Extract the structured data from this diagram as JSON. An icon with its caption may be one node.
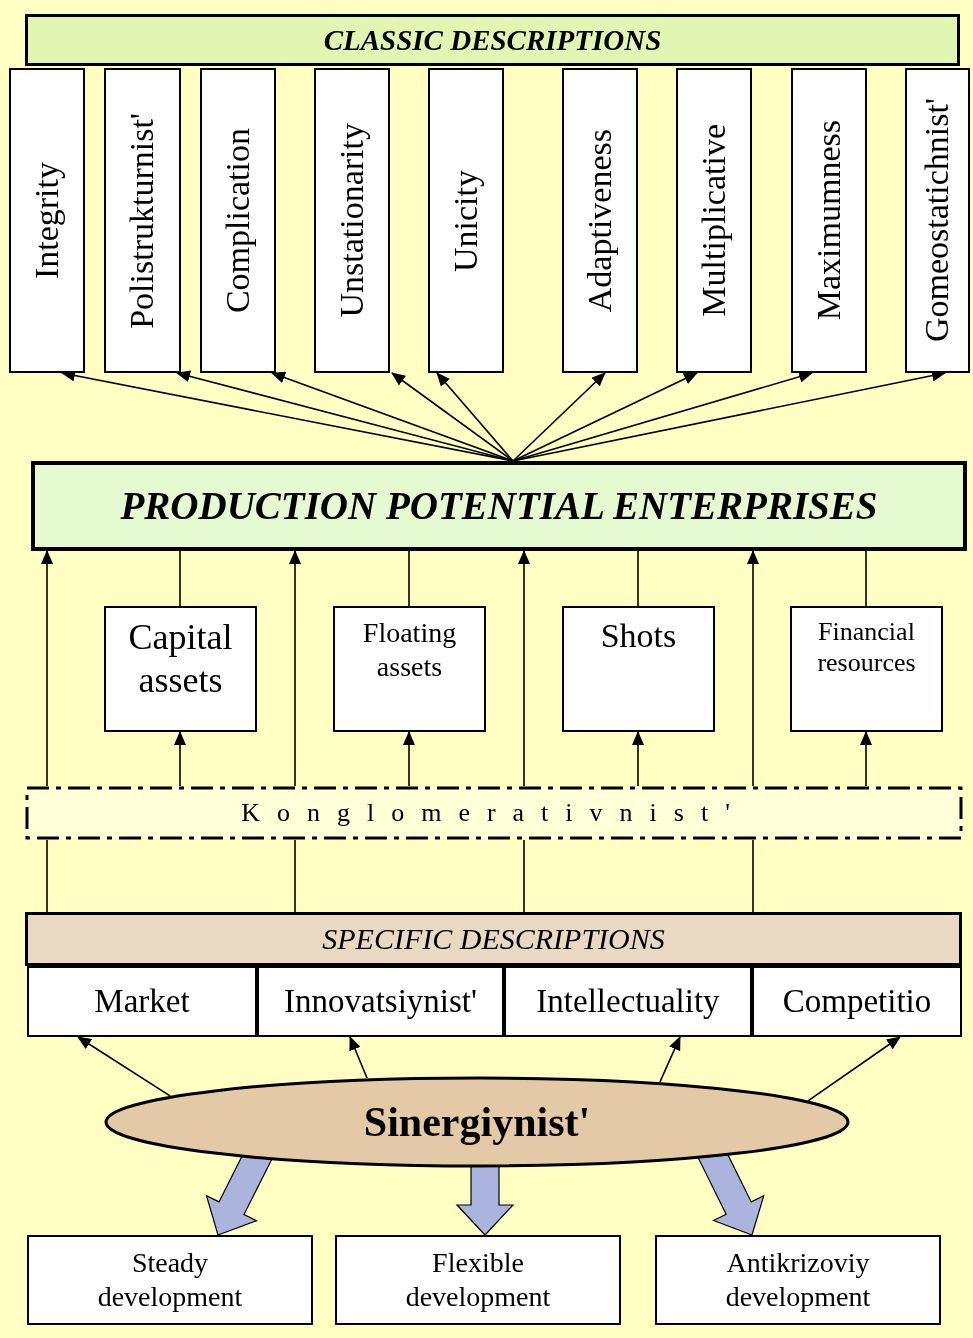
{
  "diagram": {
    "nodes": [
      {
        "text": [
          "CLASSIC DESCRIPTIONS"
        ]
      },
      {
        "text": [
          "Integrity"
        ]
      },
      {
        "text": [
          "Polistrukturnist'"
        ]
      },
      {
        "text": [
          "Complication"
        ]
      },
      {
        "text": [
          "Unstationarity"
        ]
      },
      {
        "text": [
          "Unicity"
        ]
      },
      {
        "text": [
          "Adaptiveness"
        ]
      },
      {
        "text": [
          "Multiplicative"
        ]
      },
      {
        "text": [
          "Maximumness"
        ]
      },
      {
        "text": [
          "Gomeostatichnist'"
        ]
      },
      {
        "text": [
          "PRODUCTION POTENTIAL ENTERPRISES"
        ]
      },
      {
        "text": [
          "Capital assets"
        ]
      },
      {
        "text": [
          "Floating assets"
        ]
      },
      {
        "text": [
          "Shots"
        ]
      },
      {
        "text": [
          "Financial resources"
        ]
      },
      {
        "text": [
          "Konglomerativnist'"
        ]
      },
      {
        "text": [
          "SPECIFIC DESCRIPTIONS"
        ]
      },
      {
        "text": [
          "Market"
        ]
      },
      {
        "text": [
          "Innovatsiynist'"
        ]
      },
      {
        "text": [
          "Intellectuality"
        ]
      },
      {
        "text": [
          "Competitio"
        ]
      },
      {
        "text": [
          "Sinergiynist'"
        ]
      },
      {
        "text": [
          "Steady development"
        ]
      },
      {
        "text": [
          "Flexible development"
        ]
      },
      {
        "text": [
          "Antikrizoviy development"
        ]
      }
    ],
    "edges": [
      {
        "from": 10,
        "to": 1,
        "arrow": "to"
      },
      {
        "from": 10,
        "to": 2,
        "arrow": "to"
      },
      {
        "from": 10,
        "to": 3,
        "arrow": "to"
      },
      {
        "from": 10,
        "to": 4,
        "arrow": "to"
      },
      {
        "from": 10,
        "to": 5,
        "arrow": "to"
      },
      {
        "from": 10,
        "to": 6,
        "arrow": "to"
      },
      {
        "from": 10,
        "to": 7,
        "arrow": "to"
      },
      {
        "from": 10,
        "to": 8,
        "arrow": "to"
      },
      {
        "from": 10,
        "to": 9,
        "arrow": "to"
      },
      {
        "from": 11,
        "to": 10,
        "arrow": "none"
      },
      {
        "from": 12,
        "to": 10,
        "arrow": "none"
      },
      {
        "from": 13,
        "to": 10,
        "arrow": "none"
      },
      {
        "from": 14,
        "to": 10,
        "arrow": "none"
      },
      {
        "from": 15,
        "to": 11,
        "arrow": "to"
      },
      {
        "from": 15,
        "to": 12,
        "arrow": "to"
      },
      {
        "from": 15,
        "to": 13,
        "arrow": "to"
      },
      {
        "from": 15,
        "to": 14,
        "arrow": "to"
      },
      {
        "from": 15,
        "to": 10,
        "arrow": "to"
      },
      {
        "from": 15,
        "to": 10,
        "arrow": "to"
      },
      {
        "from": 15,
        "to": 10,
        "arrow": "to"
      },
      {
        "from": 15,
        "to": 10,
        "arrow": "to"
      },
      {
        "from": 16,
        "to": 15,
        "arrow": "none"
      },
      {
        "from": 16,
        "to": 15,
        "arrow": "none"
      },
      {
        "from": 16,
        "to": 15,
        "arrow": "none"
      },
      {
        "from": 16,
        "to": 15,
        "arrow": "none"
      },
      {
        "from": 21,
        "to": 17,
        "arrow": "to"
      },
      {
        "from": 21,
        "to": 18,
        "arrow": "to"
      },
      {
        "from": 21,
        "to": 19,
        "arrow": "to"
      },
      {
        "from": 21,
        "to": 20,
        "arrow": "to"
      },
      {
        "from": 21,
        "to": 22,
        "arrow": "to",
        "style": "thick",
        "color": "#aab4dc"
      },
      {
        "from": 21,
        "to": 23,
        "arrow": "to",
        "style": "thick",
        "color": "#aab4dc"
      },
      {
        "from": 21,
        "to": 24,
        "arrow": "to",
        "style": "thick",
        "color": "#aab4dc"
      }
    ]
  }
}
